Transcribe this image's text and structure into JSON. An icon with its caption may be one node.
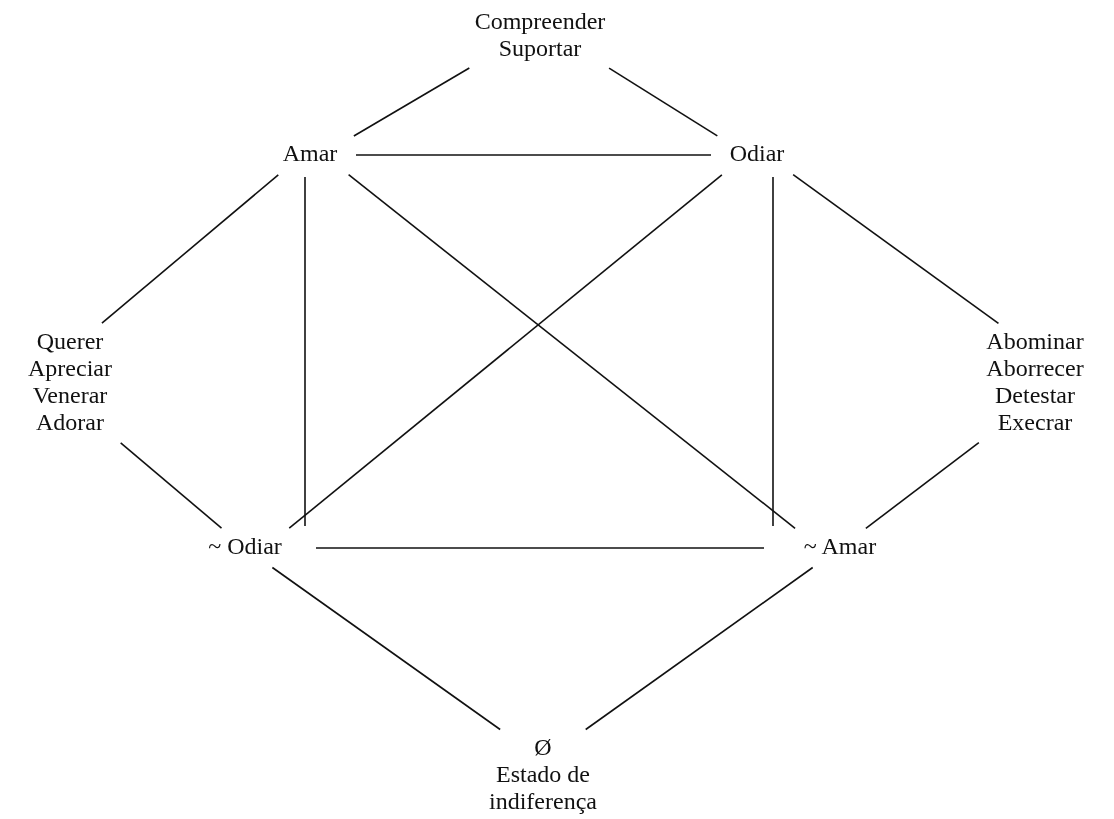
{
  "diagram": {
    "nodes": [
      {
        "text": [
          "Compreender Suportar"
        ]
      },
      {
        "text": [
          "Amar"
        ]
      },
      {
        "text": [
          "Odiar"
        ]
      },
      {
        "text": [
          "Querer Apreciar Venerar Adorar"
        ]
      },
      {
        "text": [
          "Abominar Aborrecer Detestar Execrar"
        ]
      },
      {
        "text": [
          "~ Odiar"
        ]
      },
      {
        "text": [
          "~ Amar"
        ]
      },
      {
        "text": [
          "Ø",
          "Estado de indiferença"
        ]
      }
    ],
    "edges": [
      {
        "from": 0,
        "to": 1,
        "arrow": "none"
      },
      {
        "from": 0,
        "to": 2,
        "arrow": "none"
      },
      {
        "from": 1,
        "to": 2,
        "arrow": "none"
      },
      {
        "from": 1,
        "to": 3,
        "arrow": "none"
      },
      {
        "from": 2,
        "to": 4,
        "arrow": "none"
      },
      {
        "from": 1,
        "to": 5,
        "arrow": "none"
      },
      {
        "from": 2,
        "to": 6,
        "arrow": "none"
      },
      {
        "from": 1,
        "to": 6,
        "arrow": "none"
      },
      {
        "from": 2,
        "to": 5,
        "arrow": "none"
      },
      {
        "from": 3,
        "to": 5,
        "arrow": "none"
      },
      {
        "from": 4,
        "to": 6,
        "arrow": "none"
      },
      {
        "from": 5,
        "to": 6,
        "arrow": "none"
      },
      {
        "from": 5,
        "to": 7,
        "arrow": "none"
      },
      {
        "from": 6,
        "to": 7,
        "arrow": "none"
      }
    ]
  }
}
